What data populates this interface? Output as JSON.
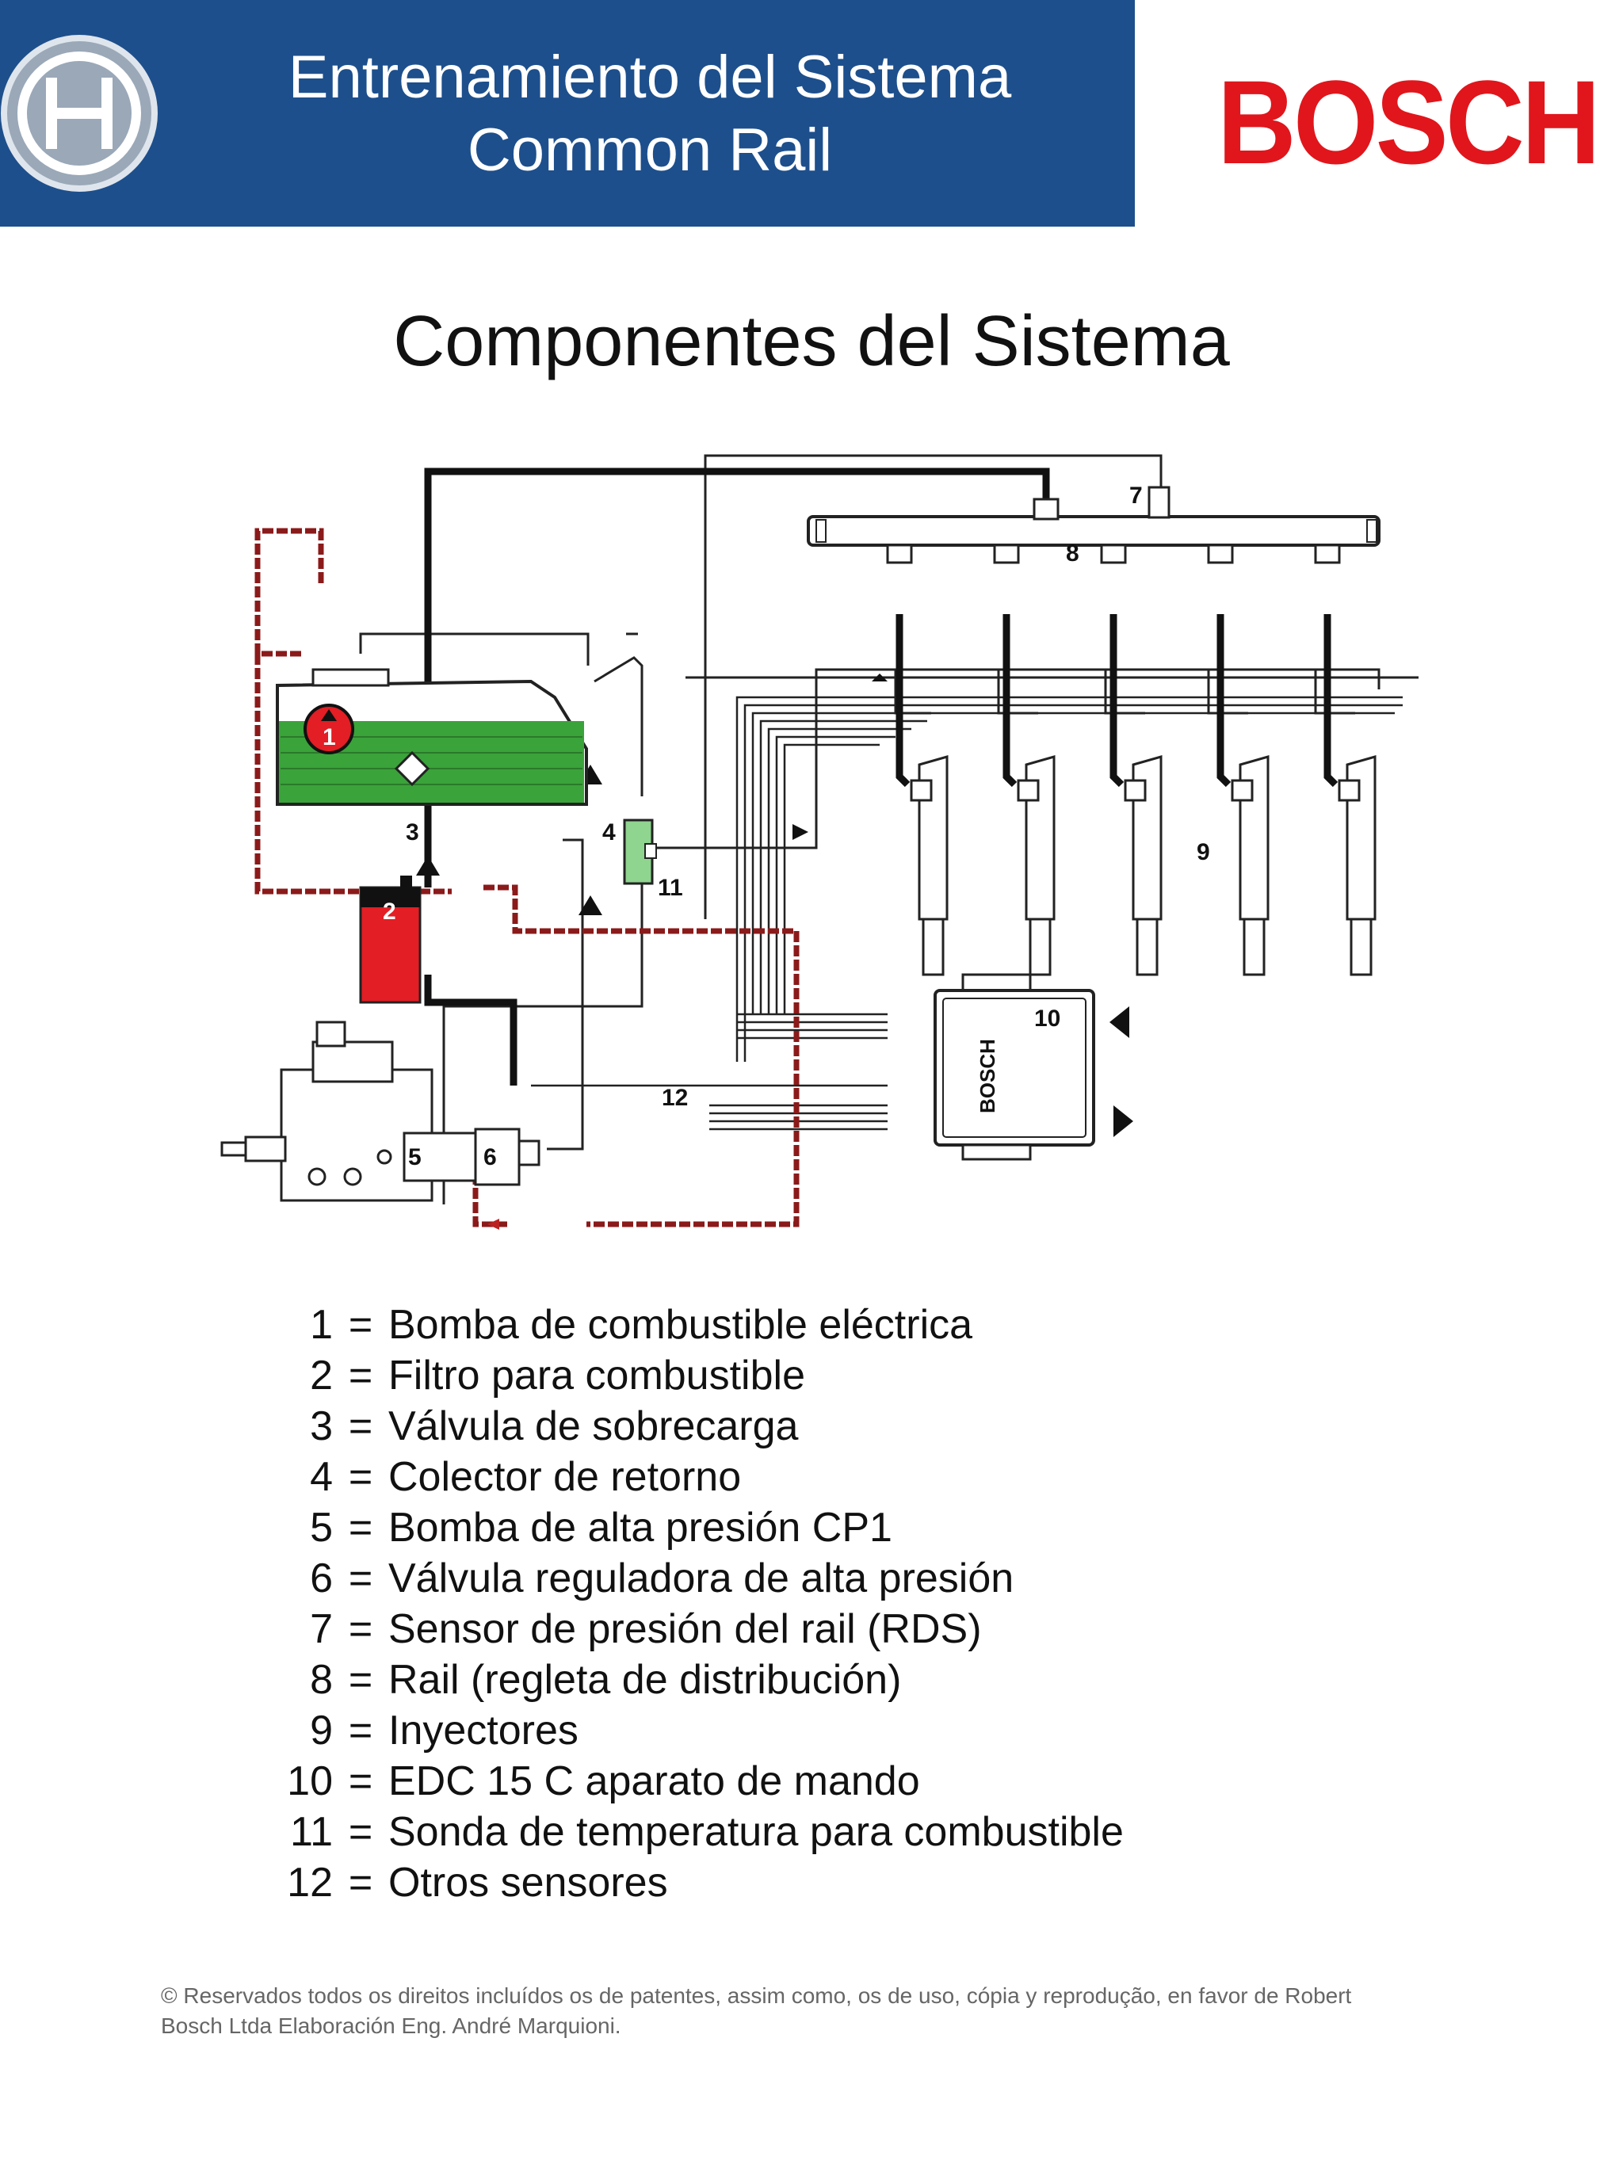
{
  "header": {
    "title_line1": "Entrenamiento del Sistema",
    "title_line2": "Common Rail",
    "brand": "BOSCH",
    "brand_color": "#e0161c",
    "header_color": "#1d4f8c"
  },
  "page_title": "Componentes del Sistema",
  "diagram": {
    "labels": [
      "1",
      "2",
      "3",
      "4",
      "5",
      "6",
      "7",
      "8",
      "9",
      "10",
      "11",
      "12"
    ],
    "ecu_text": "BOSCH"
  },
  "legend": [
    {
      "num": "1",
      "eq": "=",
      "text": "Bomba de combustible eléctrica"
    },
    {
      "num": "2",
      "eq": "=",
      "text": "Filtro para combustible"
    },
    {
      "num": "3",
      "eq": "=",
      "text": "Válvula de sobrecarga"
    },
    {
      "num": "4",
      "eq": "=",
      "text": "Colector de retorno"
    },
    {
      "num": "5",
      "eq": "=",
      "text": "Bomba de alta presión CP1"
    },
    {
      "num": "6",
      "eq": "=",
      "text": "Válvula reguladora de alta presión"
    },
    {
      "num": "7",
      "eq": "=",
      "text": "Sensor de presión del rail (RDS)"
    },
    {
      "num": "8",
      "eq": "=",
      "text": "Rail (regleta de distribución)"
    },
    {
      "num": "9",
      "eq": "=",
      "text": "Inyectores"
    },
    {
      "num": "10",
      "eq": "=",
      "text": "EDC 15 C aparato de mando"
    },
    {
      "num": "11",
      "eq": "=",
      "text": "Sonda de temperatura para combustible"
    },
    {
      "num": "12",
      "eq": "=",
      "text": "Otros sensores"
    }
  ],
  "footer": {
    "line1": "© Reservados todos os direitos incluídos os de patentes, assim como, os de uso, cópia y reprodução, en favor de Robert",
    "line2": "Bosch Ltda Elaboración Eng. André Marquioni."
  }
}
